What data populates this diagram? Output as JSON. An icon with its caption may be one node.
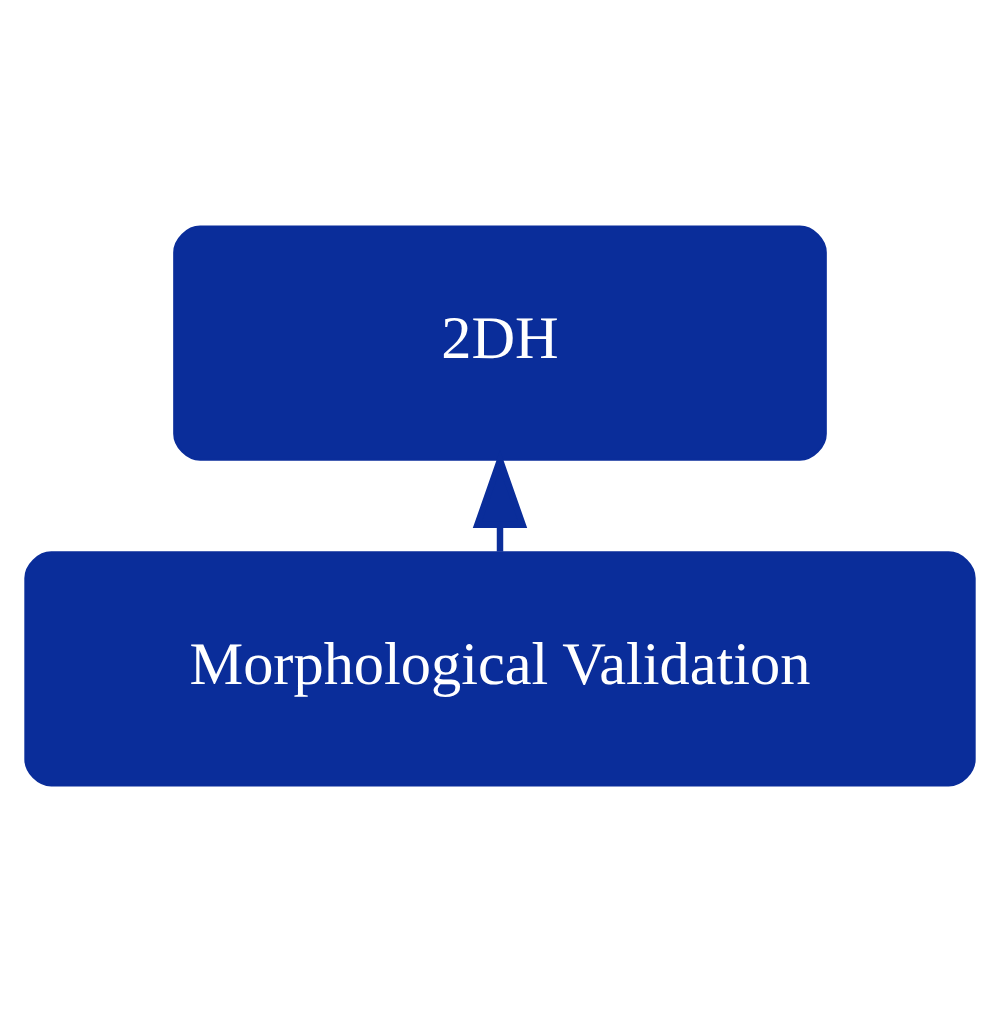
{
  "diagram": {
    "nodes": [
      {
        "text": [
          "2DH"
        ]
      },
      {
        "text": [
          "Morphological Validation"
        ]
      }
    ],
    "edges": [
      {
        "from": 1,
        "to": 0,
        "arrow": "to"
      }
    ]
  }
}
